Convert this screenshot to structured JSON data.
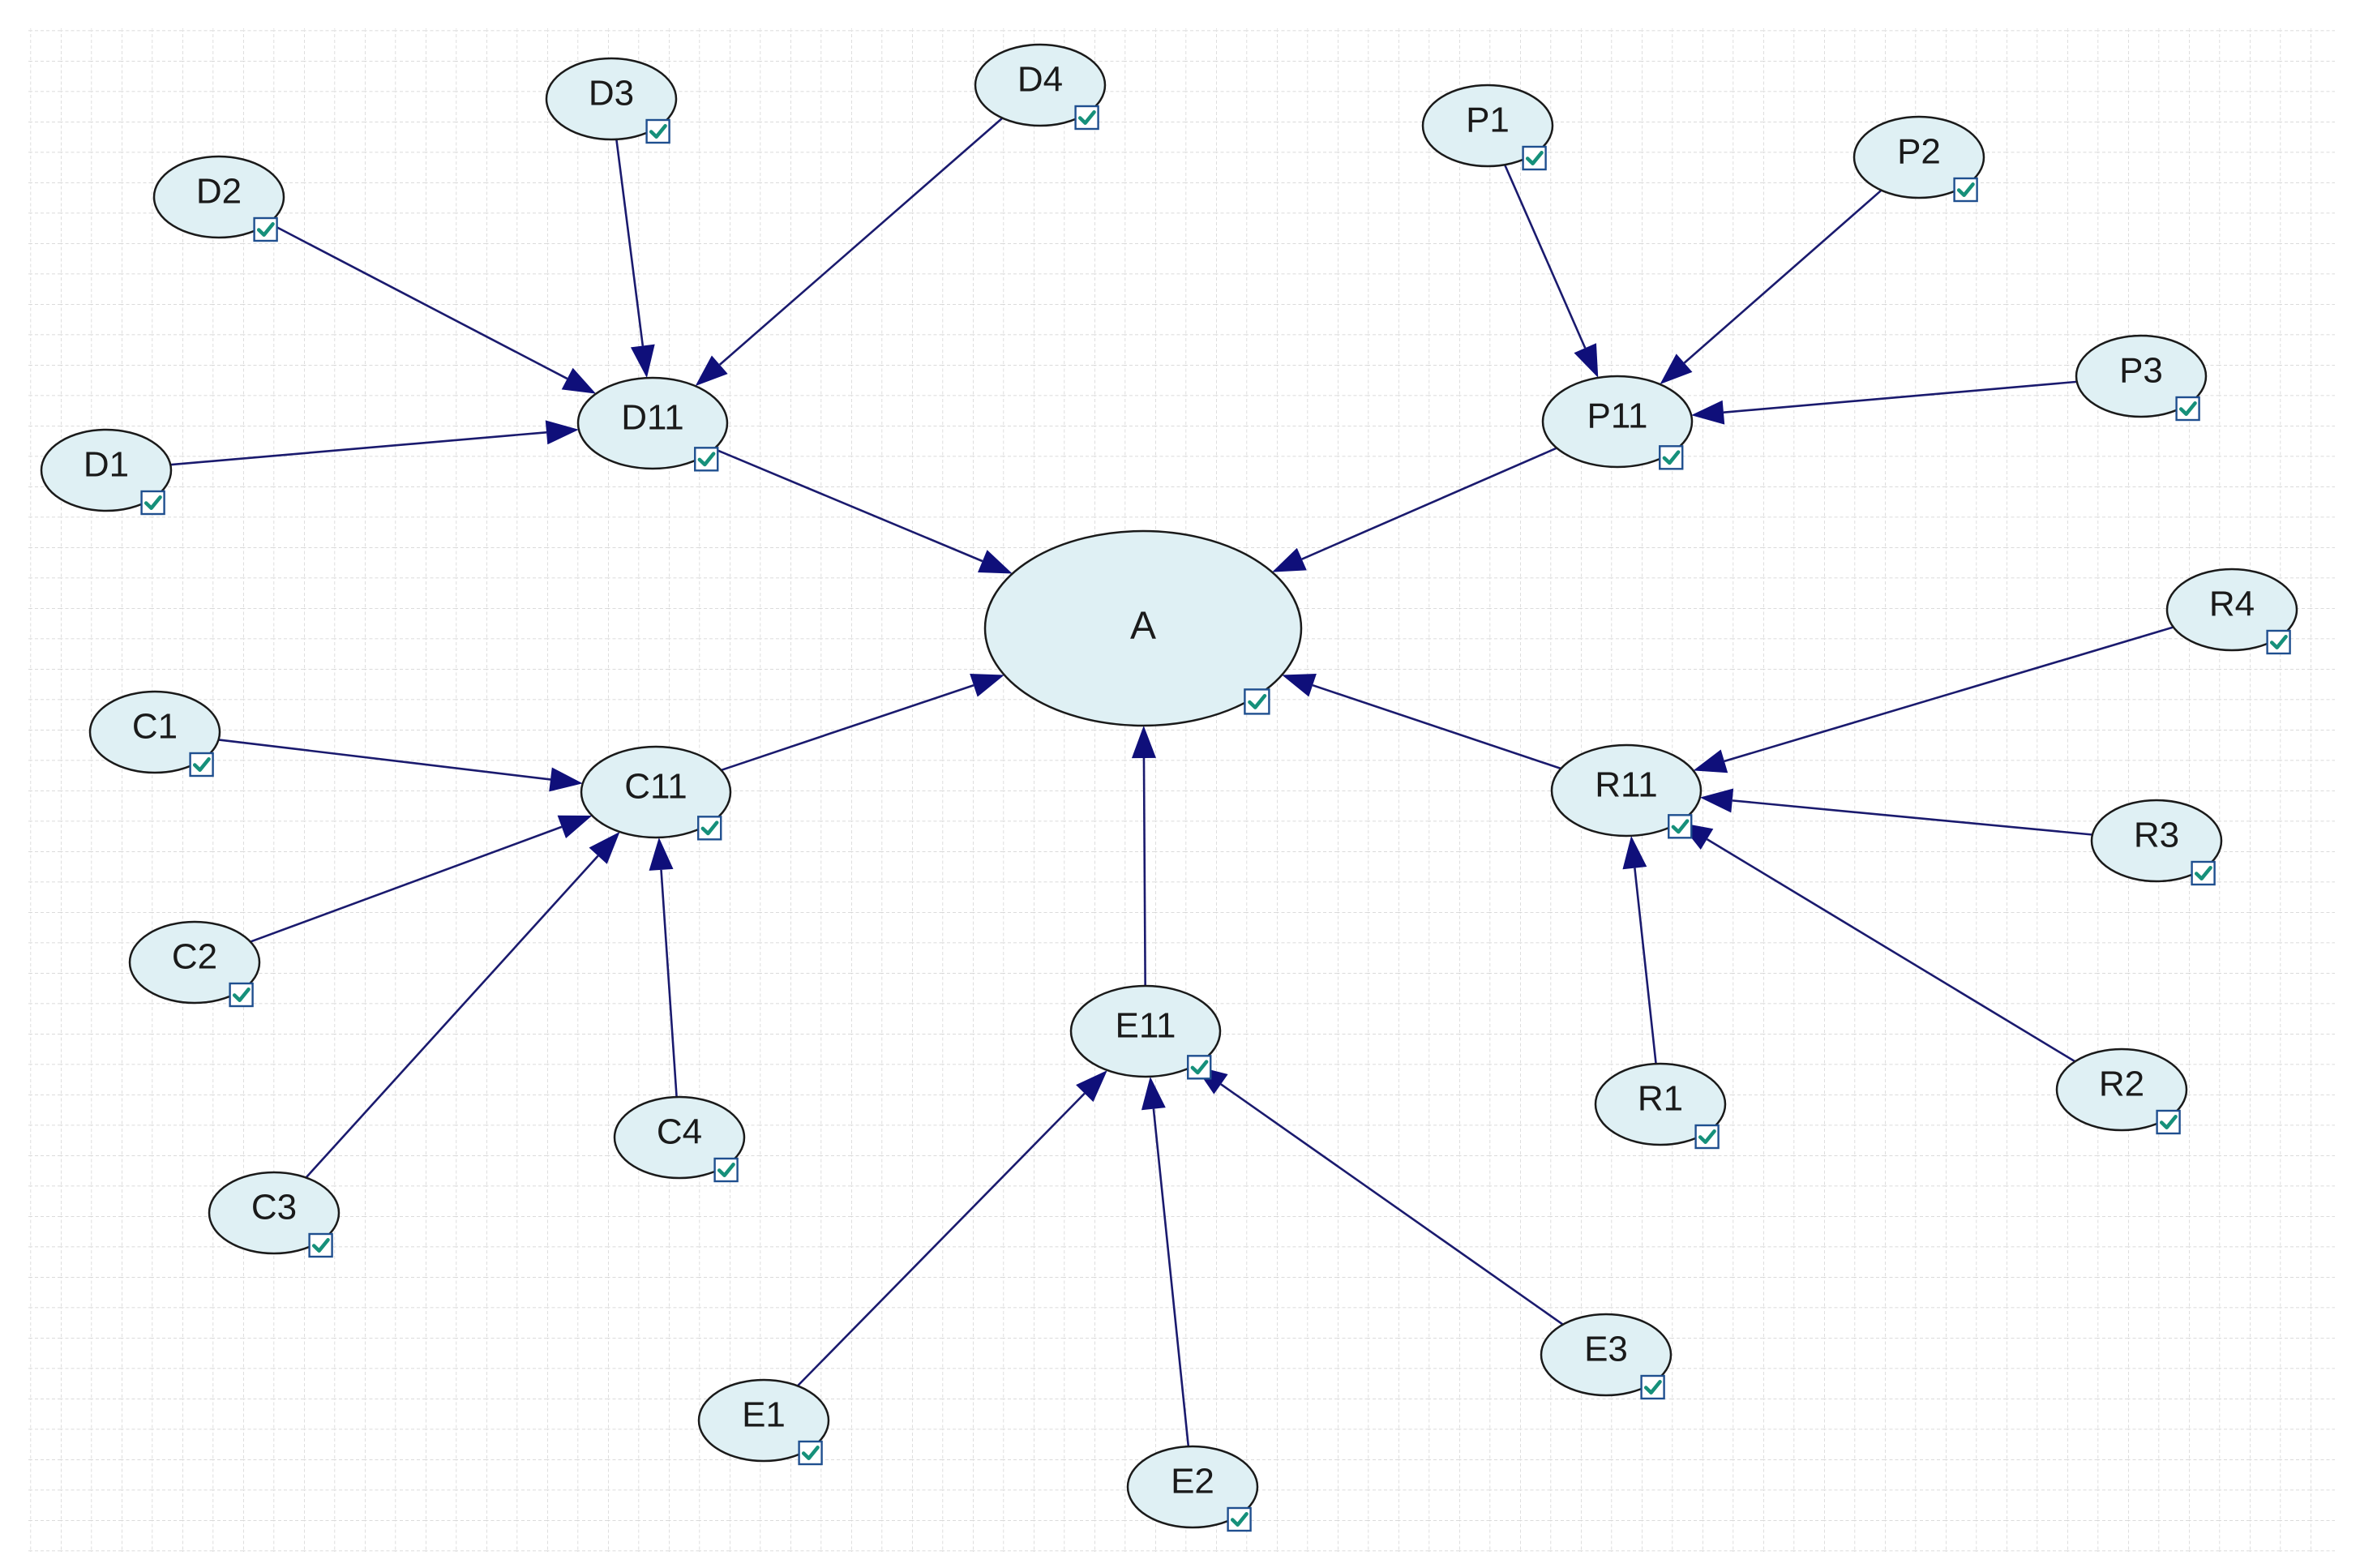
{
  "nodes": [
    {
      "id": "D3",
      "label": "D3"
    },
    {
      "id": "D4",
      "label": "D4"
    },
    {
      "id": "D2",
      "label": "D2"
    },
    {
      "id": "D1",
      "label": "D1"
    },
    {
      "id": "D11",
      "label": "D11"
    },
    {
      "id": "P1",
      "label": "P1"
    },
    {
      "id": "P2",
      "label": "P2"
    },
    {
      "id": "P3",
      "label": "P3"
    },
    {
      "id": "P11",
      "label": "P11"
    },
    {
      "id": "A",
      "label": "A"
    },
    {
      "id": "C1",
      "label": "C1"
    },
    {
      "id": "C11",
      "label": "C11"
    },
    {
      "id": "C2",
      "label": "C2"
    },
    {
      "id": "C3",
      "label": "C3"
    },
    {
      "id": "C4",
      "label": "C4"
    },
    {
      "id": "R4",
      "label": "R4"
    },
    {
      "id": "R11",
      "label": "R11"
    },
    {
      "id": "R3",
      "label": "R3"
    },
    {
      "id": "R1",
      "label": "R1"
    },
    {
      "id": "R2",
      "label": "R2"
    },
    {
      "id": "E11",
      "label": "E11"
    },
    {
      "id": "E1",
      "label": "E1"
    },
    {
      "id": "E2",
      "label": "E2"
    },
    {
      "id": "E3",
      "label": "E3"
    }
  ],
  "edges": [
    {
      "from": "D1",
      "to": "D11"
    },
    {
      "from": "D2",
      "to": "D11"
    },
    {
      "from": "D3",
      "to": "D11"
    },
    {
      "from": "D4",
      "to": "D11"
    },
    {
      "from": "P1",
      "to": "P11"
    },
    {
      "from": "P2",
      "to": "P11"
    },
    {
      "from": "P3",
      "to": "P11"
    },
    {
      "from": "C1",
      "to": "C11"
    },
    {
      "from": "C2",
      "to": "C11"
    },
    {
      "from": "C3",
      "to": "C11"
    },
    {
      "from": "C4",
      "to": "C11"
    },
    {
      "from": "R1",
      "to": "R11"
    },
    {
      "from": "R2",
      "to": "R11"
    },
    {
      "from": "R3",
      "to": "R11"
    },
    {
      "from": "R4",
      "to": "R11"
    },
    {
      "from": "E1",
      "to": "E11"
    },
    {
      "from": "E2",
      "to": "E11"
    },
    {
      "from": "E3",
      "to": "E11"
    },
    {
      "from": "D11",
      "to": "A"
    },
    {
      "from": "P11",
      "to": "A"
    },
    {
      "from": "C11",
      "to": "A"
    },
    {
      "from": "R11",
      "to": "A"
    },
    {
      "from": "E11",
      "to": "A"
    }
  ],
  "colors": {
    "node_fill": "#dff0f4",
    "edge": "#1a1a6e",
    "checkmark": "#16907a",
    "grid": "#cfcfcf"
  },
  "icons": {
    "node_badge": "checkbox-checked-icon"
  }
}
